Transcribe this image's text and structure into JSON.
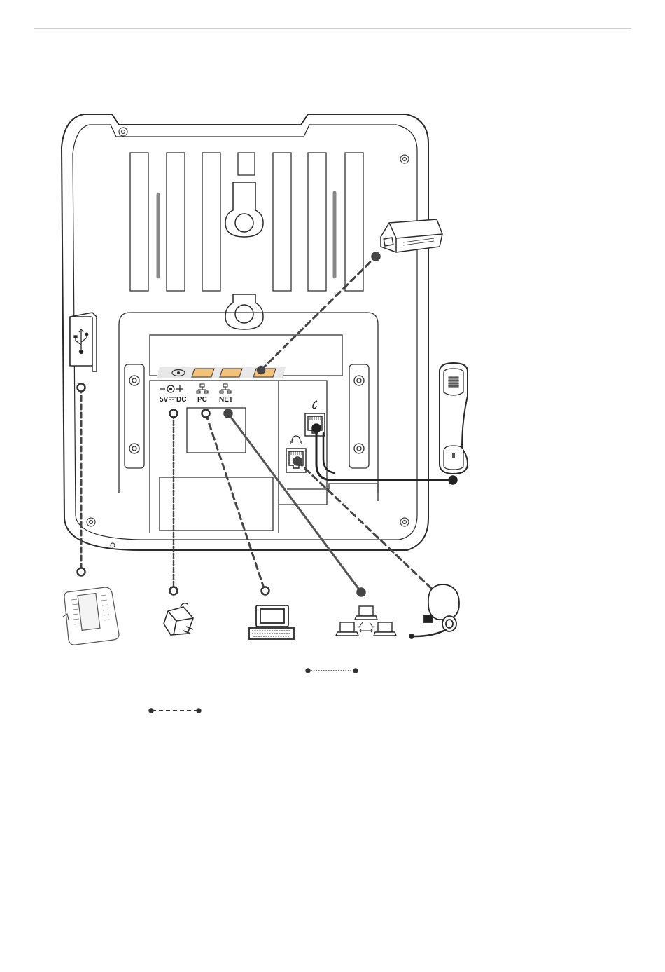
{
  "ports": {
    "power": "5V",
    "power_dc": "DC",
    "pc": "PC",
    "net": "NET"
  },
  "colors": {
    "line": "#333333",
    "outline": "#2a2a2a",
    "port_fill": "#f3c27a",
    "panel": "#ffffff"
  },
  "icons": {
    "usb": "usb-icon",
    "handset": "handset-icon",
    "headset": "headset-icon",
    "expansion_module": "expansion-module-icon",
    "power_adapter": "power-adapter-icon",
    "computer": "computer-icon",
    "network": "network-icon",
    "ehs_adapter": "ehs-adapter-icon"
  }
}
